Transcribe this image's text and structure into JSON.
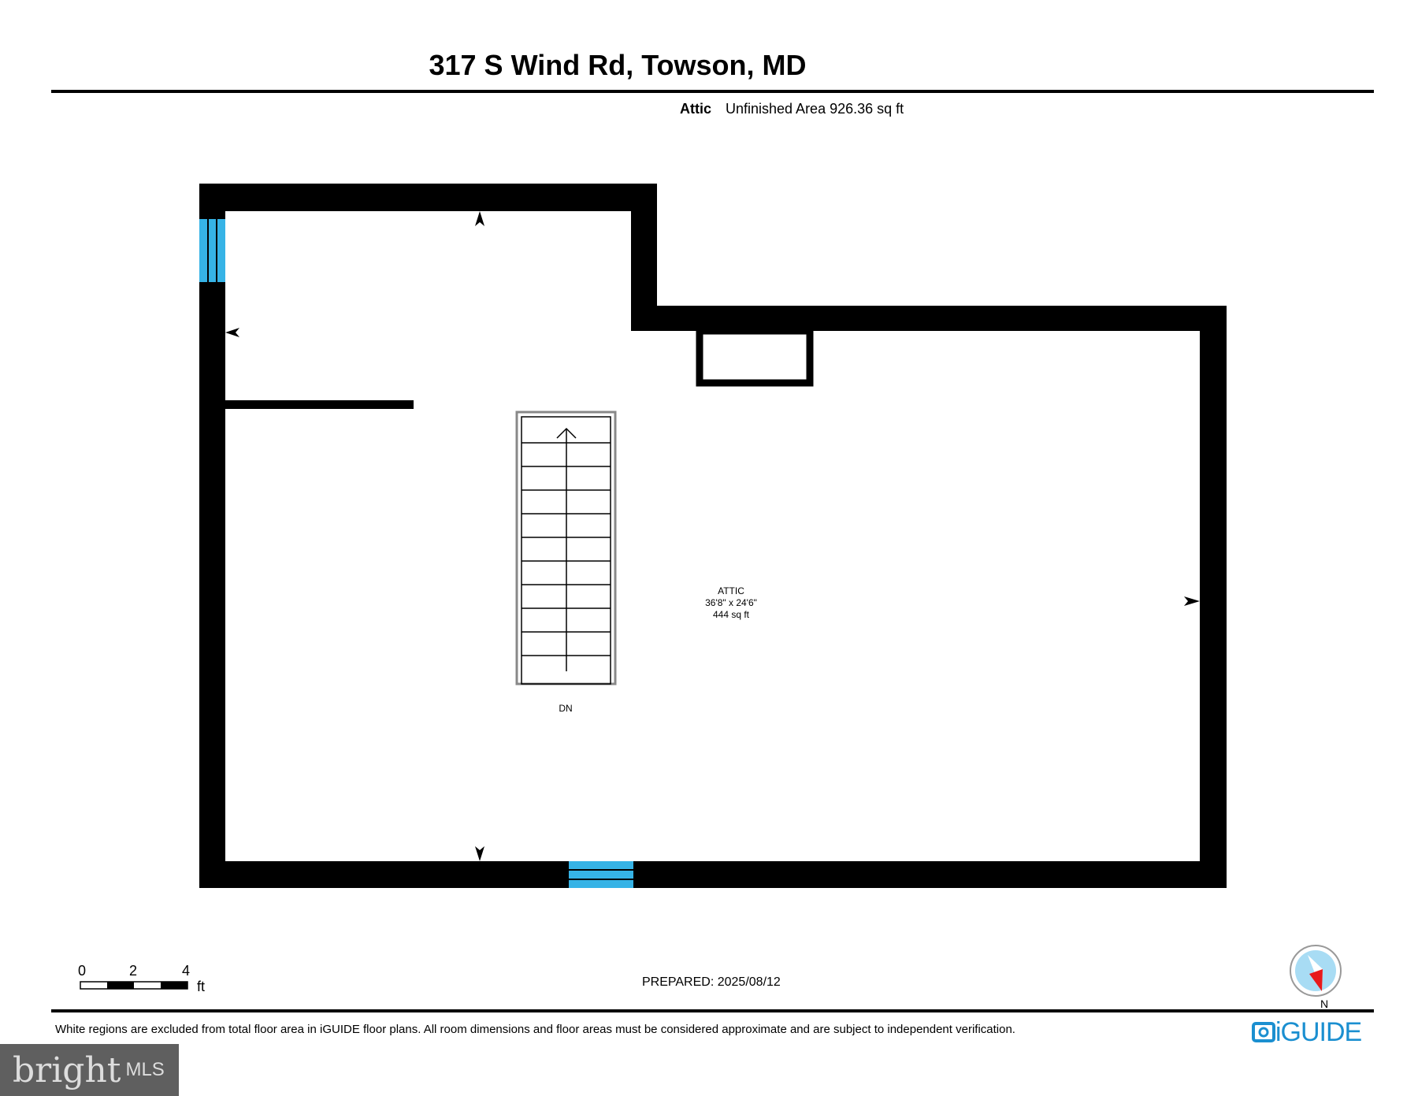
{
  "header": {
    "title": "317 S Wind Rd, Towson, MD",
    "floor": "Attic",
    "area_text": "Unfinished Area 926.36 sq ft"
  },
  "plan": {
    "room_name": "ATTIC",
    "room_dims": "36'8\" x 24'6\"",
    "room_area": "444 sq ft",
    "stairs_label": "DN",
    "wall_color": "#000000",
    "window_color": "#36b3e6"
  },
  "scale": {
    "labels": [
      "0",
      "2",
      "4"
    ],
    "unit": "ft"
  },
  "prepared": "PREPARED: 2025/08/12",
  "compass": {
    "label": "N"
  },
  "footer": {
    "disclaimer": "White regions are excluded from total floor area in iGUIDE floor plans. All room dimensions and floor areas must be considered approximate and are subject to independent verification.",
    "brand": "iGUIDE"
  },
  "watermark": {
    "brand": "bright",
    "suffix": "MLS"
  }
}
